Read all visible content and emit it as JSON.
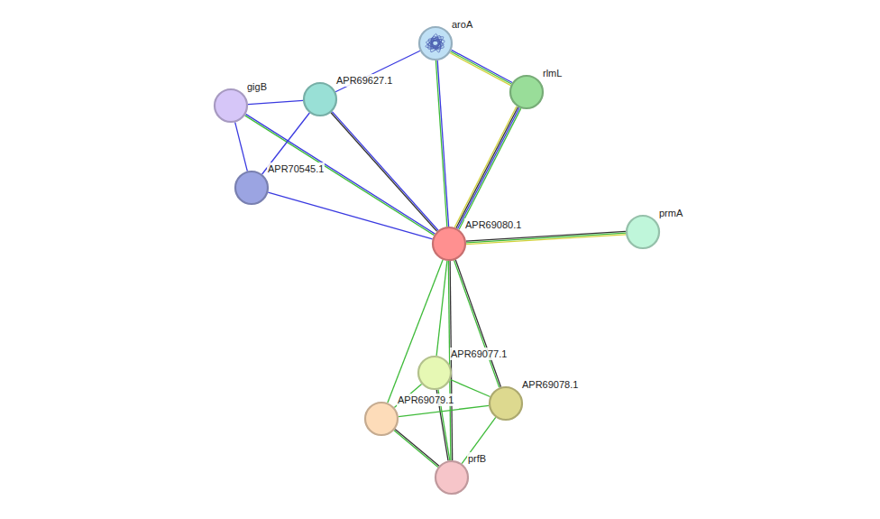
{
  "diagram": {
    "nodes": [
      {
        "text": [
          "aroA"
        ]
      },
      {
        "text": [
          "rlmL"
        ]
      },
      {
        "text": [
          "gigB"
        ]
      },
      {
        "text": [
          "APR69627.1"
        ]
      },
      {
        "text": [
          "APR70545.1"
        ]
      },
      {
        "text": [
          "APR69080.1"
        ]
      },
      {
        "text": [
          "prmA"
        ]
      },
      {
        "text": [
          "APR69077.1"
        ]
      },
      {
        "text": [
          "APR69078.1"
        ]
      },
      {
        "text": [
          "APR69079.1"
        ]
      },
      {
        "text": [
          "prfB"
        ]
      }
    ],
    "edges": [
      {
        "from": 0,
        "to": 3,
        "arrow": "none"
      },
      {
        "from": 0,
        "to": 1,
        "arrow": "none"
      },
      {
        "from": 0,
        "to": 5,
        "arrow": "none"
      },
      {
        "from": 1,
        "to": 5,
        "arrow": "none"
      },
      {
        "from": 2,
        "to": 3,
        "arrow": "none"
      },
      {
        "from": 2,
        "to": 4,
        "arrow": "none"
      },
      {
        "from": 2,
        "to": 5,
        "arrow": "none"
      },
      {
        "from": 3,
        "to": 4,
        "arrow": "none"
      },
      {
        "from": 3,
        "to": 5,
        "arrow": "none"
      },
      {
        "from": 4,
        "to": 5,
        "arrow": "none"
      },
      {
        "from": 5,
        "to": 6,
        "arrow": "none"
      },
      {
        "from": 5,
        "to": 7,
        "arrow": "none"
      },
      {
        "from": 5,
        "to": 8,
        "arrow": "none"
      },
      {
        "from": 5,
        "to": 9,
        "arrow": "none"
      },
      {
        "from": 5,
        "to": 10,
        "arrow": "none"
      },
      {
        "from": 7,
        "to": 8,
        "arrow": "none"
      },
      {
        "from": 7,
        "to": 9,
        "arrow": "none"
      },
      {
        "from": 7,
        "to": 10,
        "arrow": "none"
      },
      {
        "from": 9,
        "to": 8,
        "arrow": "none"
      },
      {
        "from": 9,
        "to": 10,
        "arrow": "none"
      },
      {
        "from": 8,
        "to": 10,
        "arrow": "none"
      }
    ]
  }
}
